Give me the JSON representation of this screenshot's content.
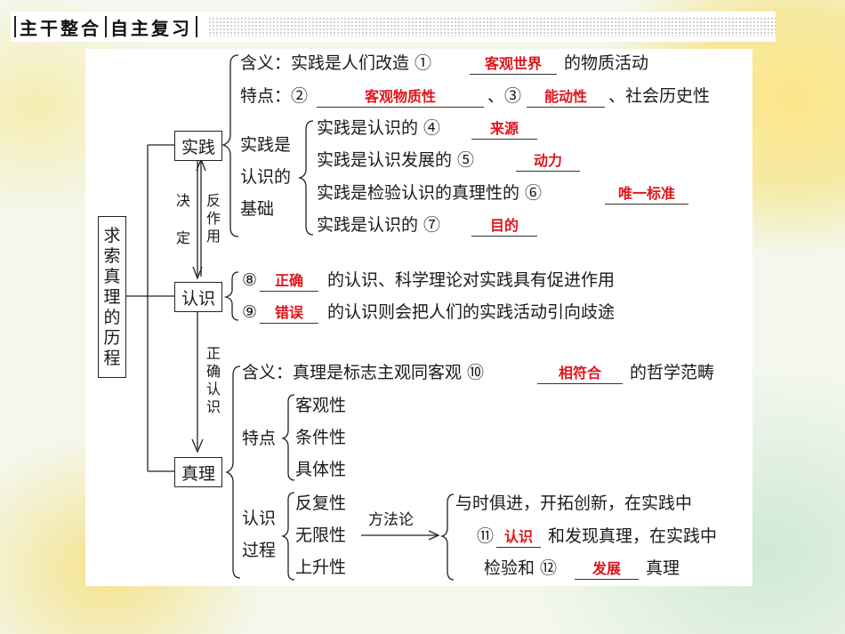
{
  "header": {
    "title_left": "主干整合",
    "title_right": "自主复习"
  },
  "root": {
    "chars": [
      "求",
      "索",
      "真",
      "理",
      "的",
      "历",
      "程"
    ]
  },
  "nodes": {
    "practice": "实践",
    "cognition": "认识",
    "truth": "真理"
  },
  "relations": {
    "decide": [
      "决",
      "定"
    ],
    "react": [
      "反",
      "作",
      "用"
    ],
    "correct": [
      "正",
      "确",
      "认",
      "识"
    ]
  },
  "practice": {
    "meaning_prefix": "含义：实践是人们改造 ①",
    "meaning_answer": "客观世界",
    "meaning_suffix": "的物质活动",
    "features_prefix": "特点：②",
    "features_answer2": "客观物质性",
    "features_mid": "、③",
    "features_answer3": "能动性",
    "features_suffix": "、社会历史性",
    "basis_label": [
      "实践是",
      "认识的",
      "基础"
    ],
    "basis_items": [
      {
        "prefix": "实践是认识的 ④",
        "answer": "来源"
      },
      {
        "prefix": "实践是认识发展的 ⑤",
        "answer": "动力"
      },
      {
        "prefix": "实践是检验认识的真理性的 ⑥",
        "answer": "唯一标准"
      },
      {
        "prefix": "实践是认识的 ⑦",
        "answer": "目的"
      }
    ]
  },
  "cognition": {
    "line1_prefix": "⑧",
    "line1_answer": "正确",
    "line1_suffix": "的认识、科学理论对实践具有促进作用",
    "line2_prefix": "⑨",
    "line2_answer": "错误",
    "line2_suffix": "的认识则会把人们的实践活动引向歧途"
  },
  "truth": {
    "meaning_prefix": "含义：真理是标志主观同客观 ⑩",
    "meaning_answer": "相符合",
    "meaning_suffix": "的哲学范畴",
    "features_label": "特点",
    "features": [
      "客观性",
      "条件性",
      "具体性"
    ],
    "process_label": [
      "认识",
      "过程"
    ],
    "process": [
      "反复性",
      "无限性",
      "上升性"
    ],
    "method_label": "方法论",
    "method_line1": "与时俱进，开拓创新，在实践中",
    "method_line2_prefix": "⑪",
    "method_line2_answer": "认识",
    "method_line2_suffix": "和发现真理，在实践中",
    "method_line3_prefix": "检验和 ⑫",
    "method_line3_answer": "发展",
    "method_line3_suffix": "真理"
  }
}
